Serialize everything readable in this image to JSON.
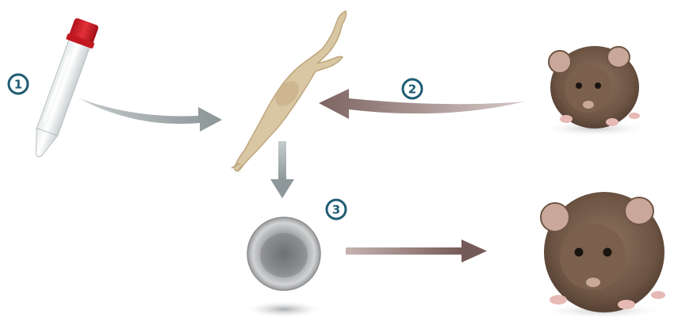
{
  "steps": [
    {
      "number": "1"
    },
    {
      "number": "2"
    },
    {
      "number": "3"
    }
  ],
  "icons": {
    "tube": "test-tube-icon",
    "cell": "fibroblast-cell-icon",
    "round_cell": "round-cell-icon",
    "mouse_top": "mouse-icon",
    "mouse_bottom": "mouse-icon"
  },
  "colors": {
    "badge_ring": "#1f5c73",
    "badge_text": "#1f5c73",
    "tube_cap": "#d8202a",
    "cell_body": "#d8c4a0",
    "arrow_gray": "#9aa3a5",
    "arrow_brown": "#8a6f6c",
    "mouse_fur": "#7a5f4a"
  }
}
